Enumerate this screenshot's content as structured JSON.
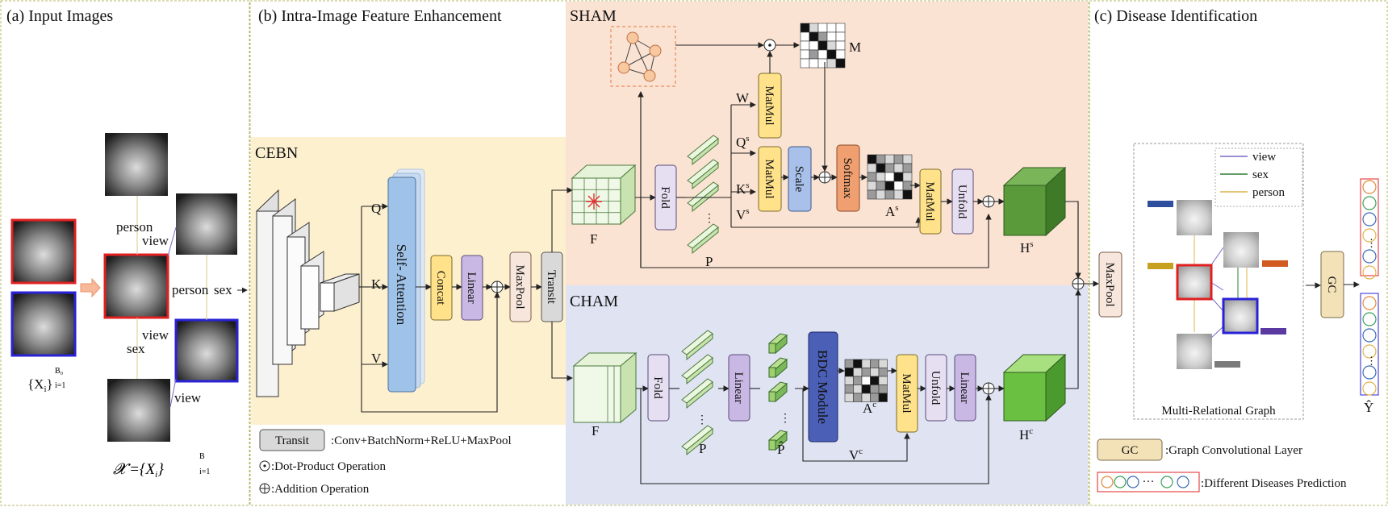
{
  "panels": {
    "a": "(a) Input Images",
    "b": "(b) Intra-Image Feature Enhancement",
    "c": "(c) Disease Identification",
    "sham": "SHAM",
    "cham": "CHAM",
    "cebn": "CEBN"
  },
  "input": {
    "batch_label": "{X",
    "batch_sub": "i",
    "batch_sup": "B₀",
    "batch_idx": "i=1",
    "set_label": "𝓧 ={X",
    "set_sub": "i",
    "set_close": "}",
    "set_sup": "B",
    "set_idx": "i=1",
    "relations": [
      "person",
      "view",
      "person",
      "sex",
      "view",
      "sex",
      "view"
    ]
  },
  "cebn": {
    "q": "Q",
    "k": "K",
    "v": "V",
    "self_attention": "Self- Attention",
    "concat": "Concat",
    "linear": "Linear",
    "maxpool": "MaxPool",
    "transit": "Transit"
  },
  "sham": {
    "f": "F",
    "fold": "Fold",
    "p": "P",
    "w": "W",
    "qs": "Q",
    "ks": "K",
    "vs": "V",
    "sup": "s",
    "matmul": "MatMul",
    "scale": "Scale",
    "softmax": "Softmax",
    "a": "A",
    "unfold": "Unfold",
    "m": "M",
    "h": "H"
  },
  "cham": {
    "f": "F",
    "fold": "Fold",
    "p": "P",
    "linear": "Linear",
    "phat": "P̂",
    "bdc": "BDC Module",
    "a": "A",
    "sup": "c",
    "matmul": "MatMul",
    "unfold": "Unfold",
    "linear2": "Linear",
    "v": "V",
    "h": "H"
  },
  "disease": {
    "maxpool": "MaxPool",
    "graph_caption": "Multi-Relational Graph",
    "legend": [
      {
        "label": "view",
        "color": "#7b68c8"
      },
      {
        "label": "sex",
        "color": "#2e7d32"
      },
      {
        "label": "person",
        "color": "#e0b44a"
      }
    ],
    "gc": "GC",
    "yhat": "Ŷ"
  },
  "legend_items": {
    "transit_box": "Transit",
    "transit_def": ":Conv+BatchNorm+ReLU+MaxPool",
    "dot_def": ":Dot-Product Operation",
    "add_def": ":Addition Operation",
    "gc_box": "GC",
    "gc_def": ":Graph Convolutional Layer",
    "ellipsis": "···",
    "pred_def": ":Different Diseases Prediction"
  },
  "colors": {
    "cebn_bg": "#fdf0cf",
    "sham_bg": "#fbe3d3",
    "cham_bg": "#dfe3f2",
    "red_frame": "#e02020",
    "blue_frame": "#2a22d6",
    "matmul": "#ffe28a",
    "linear": "#c9b8e4",
    "scale": "#a9c1ea",
    "softmax": "#f0a070",
    "self_attention": "#9fc3e8",
    "fold": "#e6dff2",
    "maxpool": "#f6e6dc",
    "transit": "#d9d9d9",
    "bdc": "#4a5fb5",
    "h_cube": "#5a9a3a"
  }
}
